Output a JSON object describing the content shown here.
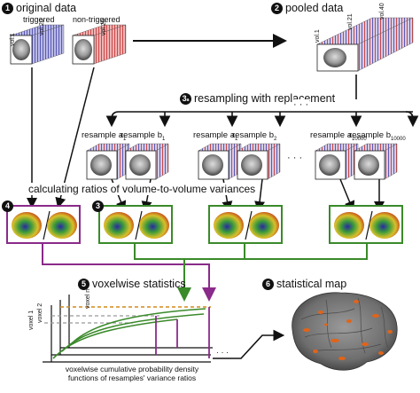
{
  "steps": {
    "s1": {
      "num": "1",
      "label": "original data",
      "sub_left": "triggered",
      "sub_right": "non-triggered",
      "vol_first": "vol.1",
      "vol_last": "vol.20"
    },
    "s2": {
      "num": "2",
      "label": "pooled data",
      "vol_first": "vol.1",
      "vol_mid": "vol.21",
      "vol_last": "vol.40"
    },
    "s3": {
      "num": "3",
      "label": "resampling with replacement",
      "ellipsis": "· · ·"
    },
    "s3a": {
      "num": "3",
      "label": "calculating ratios of volume-to-volume variances"
    },
    "s4": {
      "num": "4"
    },
    "s5": {
      "num": "5",
      "label": "voxelwise statistics",
      "vox1": "voxel 1",
      "vox2": "voxel 2",
      "voxn": "voxel n",
      "caption": "voxelwise cumulative probability density functions of resamples' variance ratios"
    },
    "s6": {
      "num": "6",
      "label": "statistical map"
    }
  },
  "resamples": [
    {
      "prefix": "resample a",
      "sub": "1"
    },
    {
      "prefix": "resample b",
      "sub": "1"
    },
    {
      "prefix": "resample a",
      "sub": "1"
    },
    {
      "prefix": "resample b",
      "sub": "2"
    },
    {
      "prefix": "resample a",
      "sub": "10000"
    },
    {
      "prefix": "resample b",
      "sub": "10000"
    }
  ],
  "colors": {
    "triggered": "#6f6fc0",
    "non_triggered": "#d25b5b",
    "step4_box": "#8a2a8a",
    "step3a_box": "#3a8a2a",
    "arrow": "#111111",
    "dashed_orange": "#d48a1a"
  }
}
